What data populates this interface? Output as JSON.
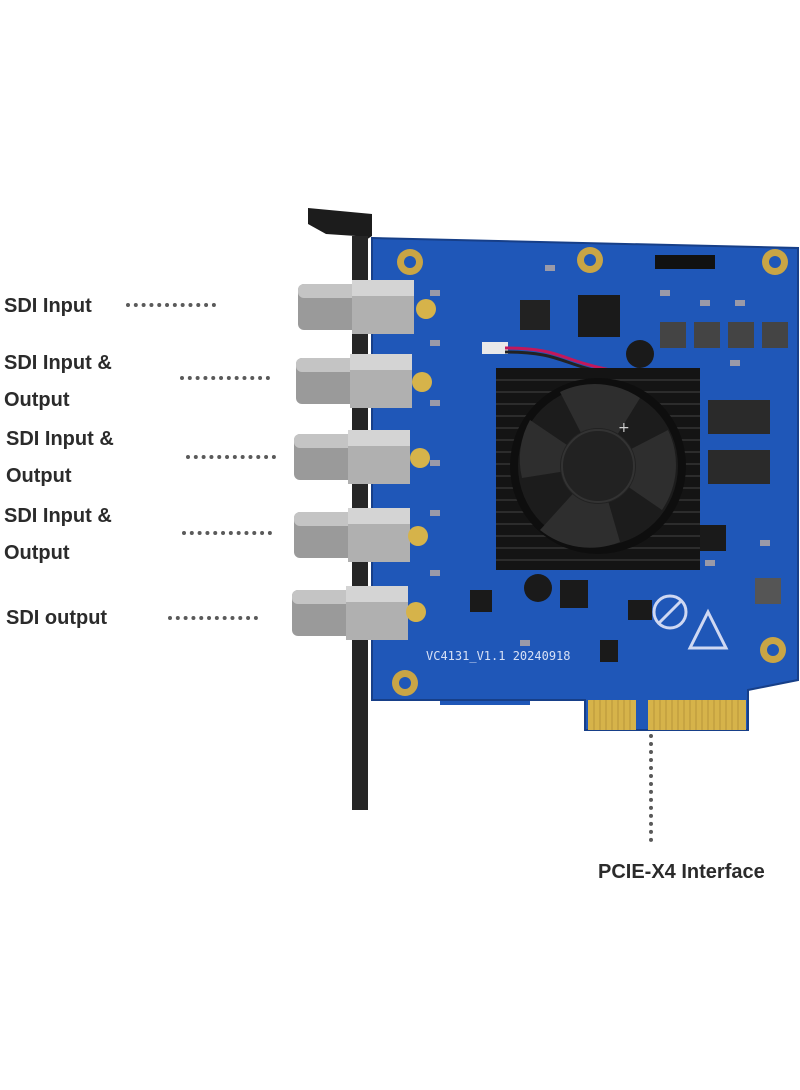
{
  "labels": {
    "sdi_input": "SDI Input",
    "sdi_io_1_line1": "SDI Input &",
    "sdi_io_1_line2": "Output",
    "sdi_io_2_line1": "SDI Input &",
    "sdi_io_2_line2": "Output",
    "sdi_io_3_line1": "SDI Input &",
    "sdi_io_3_line2": "Output",
    "sdi_output": "SDI output",
    "pcie": "PCIE-X4 Interface"
  },
  "board": {
    "model_text": "VC4131_V1.1 20240918"
  },
  "colors": {
    "pcb": "#1f57b8",
    "bracket": "#1c1c1c",
    "heatsink": "#141414",
    "gold": "#d6b34a",
    "label_text": "#2b2b2b",
    "leader": "#5a5a5a"
  }
}
